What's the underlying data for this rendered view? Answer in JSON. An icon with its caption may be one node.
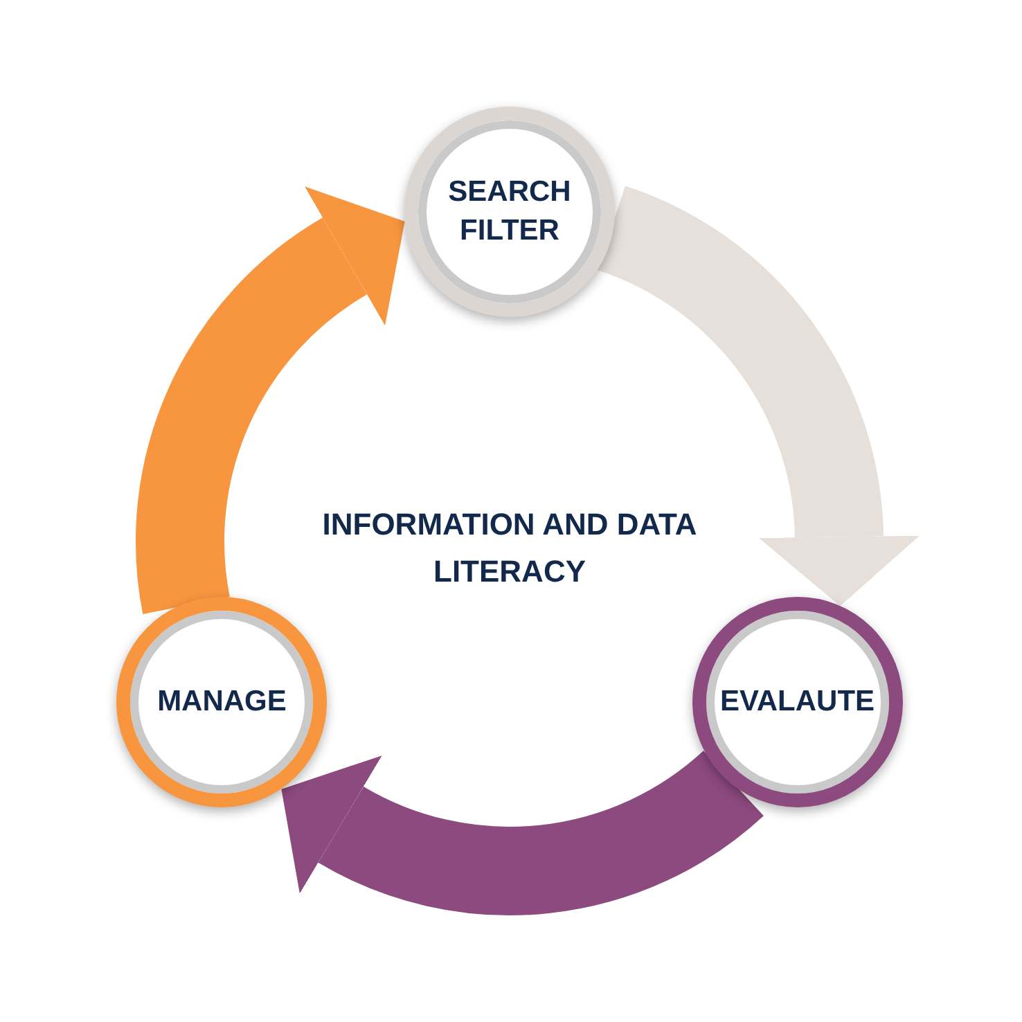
{
  "diagram": {
    "title": "INFORMATION AND DATA LITERACY",
    "nodes": [
      {
        "text": [
          "SEARCH FILTER"
        ]
      },
      {
        "text": [
          "MANAGE"
        ]
      },
      {
        "text": [
          "EVALAUTE"
        ]
      }
    ],
    "edges": [
      {
        "from": 0,
        "to": 2,
        "arrow": "to",
        "color": "#e6dfda"
      },
      {
        "from": 2,
        "to": 1,
        "arrow": "to",
        "color": "#8c4a7f"
      },
      {
        "from": 1,
        "to": 0,
        "arrow": "to",
        "color": "#f7963f"
      }
    ]
  }
}
